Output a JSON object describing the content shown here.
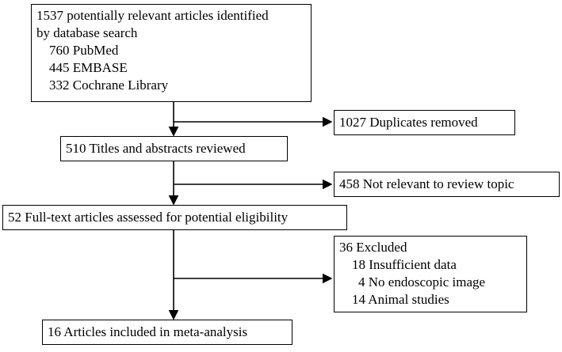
{
  "identified": {
    "title_lines": [
      "1537 potentially relevant articles identified",
      "by database search"
    ],
    "sources": [
      "760 PubMed",
      "445 EMBASE",
      "332 Cochrane Library"
    ]
  },
  "duplicates": "1027 Duplicates removed",
  "screened": "510 Titles and abstracts reviewed",
  "not_relevant": "458 Not relevant to review topic",
  "full_text": "52 Full-text articles assessed for potential eligibility",
  "excluded": {
    "title": "36 Excluded",
    "reasons": [
      "18 Insufficient data",
      "4 No endoscopic image",
      "14 Animal studies"
    ]
  },
  "included": "16 Articles included in meta-analysis"
}
